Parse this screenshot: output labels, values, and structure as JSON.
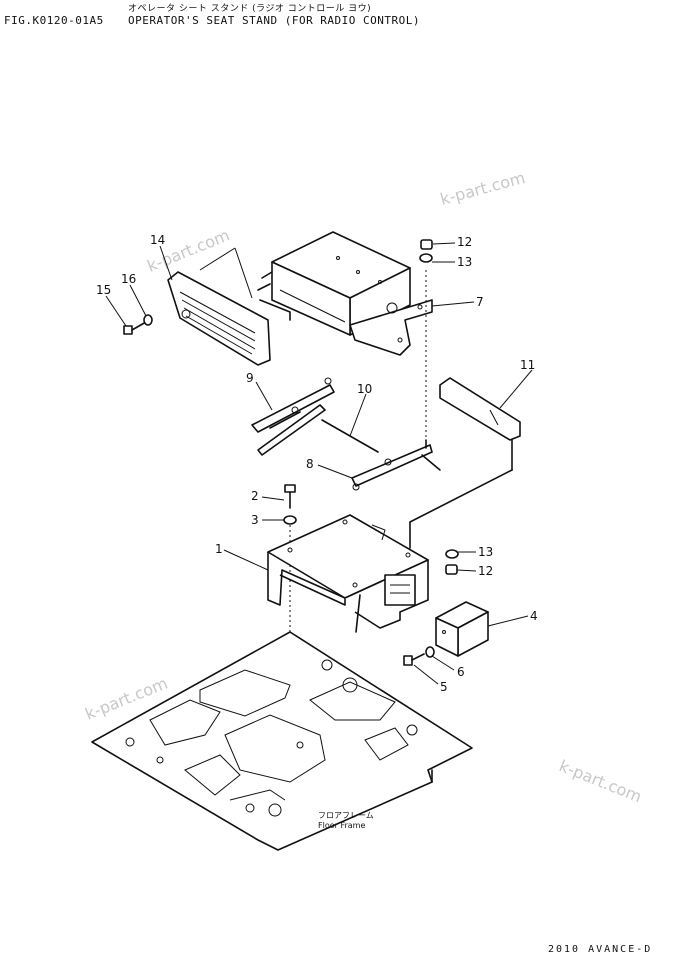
{
  "header": {
    "fig_code": "FIG.K0120-01A5",
    "title_jp": "オペレータ シート スタンド (ラジオ コントロール ヨウ)",
    "title_en": "OPERATOR'S SEAT STAND (FOR RADIO CONTROL)"
  },
  "floor_frame": {
    "label_jp": "フロアフレーム",
    "label_en": "Floor Frame"
  },
  "watermark": "k-part.com",
  "callouts": [
    "1",
    "2",
    "3",
    "4",
    "5",
    "6",
    "7",
    "8",
    "9",
    "10",
    "11",
    "12",
    "13",
    "14",
    "15",
    "16"
  ],
  "footer": "2010 AVANCE-D"
}
